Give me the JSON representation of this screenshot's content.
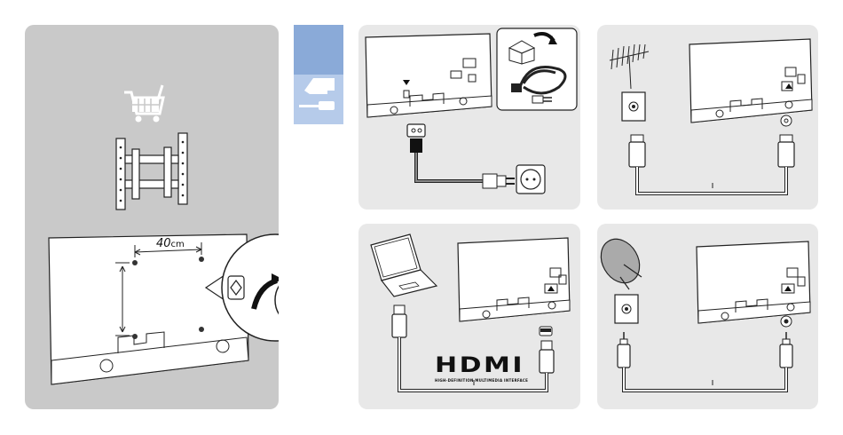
{
  "wall_mount": {
    "distance_value": "40",
    "distance_unit": "cm"
  },
  "hdmi": {
    "logo_text": "HDMI",
    "tagline": "HIGH-DEFINITION MULTIMEDIA INTERFACE"
  },
  "colors": {
    "panel_gray": "#c9c9c9",
    "panel_light": "#e8e8e8",
    "tab_blue_top": "#8aaad8",
    "tab_blue_bottom": "#b6cbea",
    "line": "#111111"
  },
  "icons": [
    "shopping-cart-icon",
    "wall-bracket-icon",
    "power-socket-icon",
    "antenna-icon",
    "laptop-icon",
    "satellite-dish-icon"
  ]
}
